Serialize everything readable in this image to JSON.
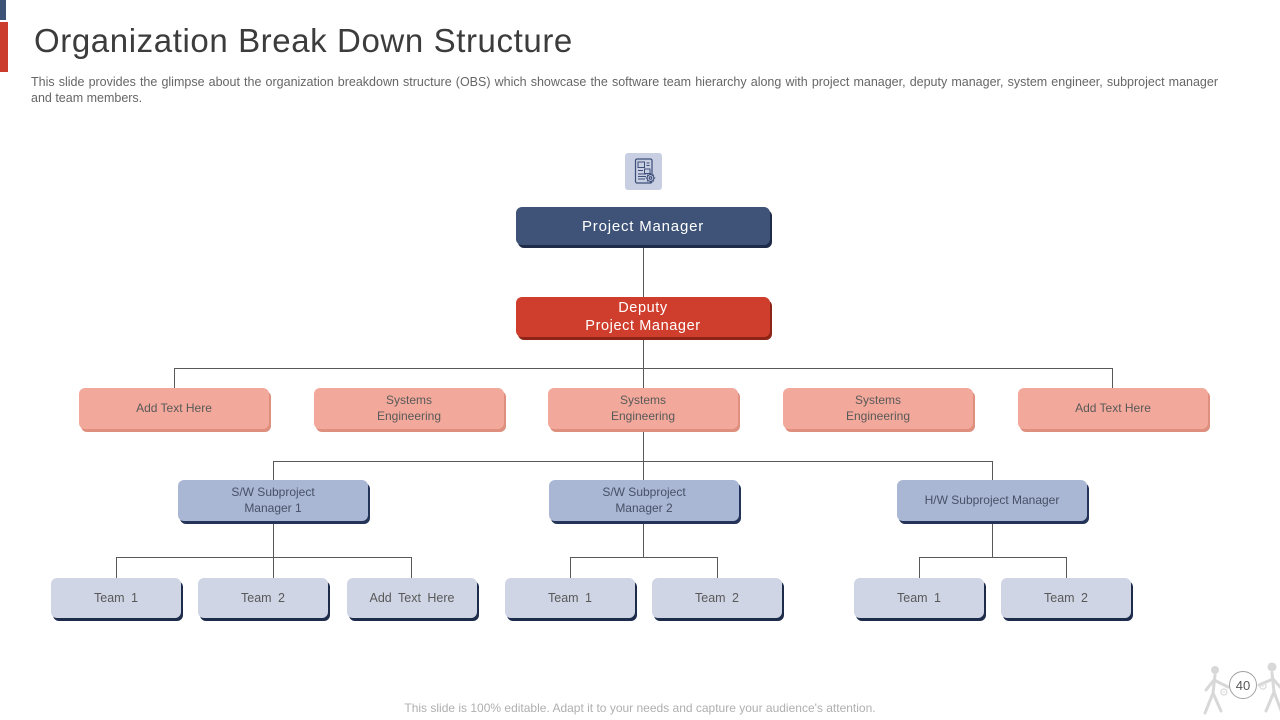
{
  "slide": {
    "title": "Organization Break Down Structure",
    "description": "This slide provides the glimpse about the organization breakdown structure (OBS) which showcase the software team hierarchy along with project manager, deputy manager, system engineer, subproject manager and team members.",
    "footer": "This slide is 100% editable. Adapt it to your needs and capture your audience's attention.",
    "page_number": "40"
  },
  "orgchart": {
    "icon_name": "document-gear-icon",
    "level1": [
      "Project Manager"
    ],
    "level2": [
      "Deputy\nProject Manager"
    ],
    "level3": [
      "Add Text Here",
      "Systems\nEngineering",
      "Systems\nEngineering",
      "Systems\nEngineering",
      "Add Text Here"
    ],
    "level4": [
      "S/W Subproject\nManager 1",
      "S/W Subproject\nManager 2",
      "H/W Subproject Manager"
    ],
    "level5_group1": [
      "Team 1",
      "Team 2",
      "Add Text Here"
    ],
    "level5_group2": [
      "Team 1",
      "Team 2"
    ],
    "level5_group3": [
      "Team 1",
      "Team 2"
    ]
  },
  "colors": {
    "primary_blue": "#3E5377",
    "accent_red": "#CF3E2C",
    "salmon": "#F2A99B",
    "periwinkle": "#AAB7D4",
    "lavender": "#CFD5E5",
    "connector": "#595959"
  }
}
